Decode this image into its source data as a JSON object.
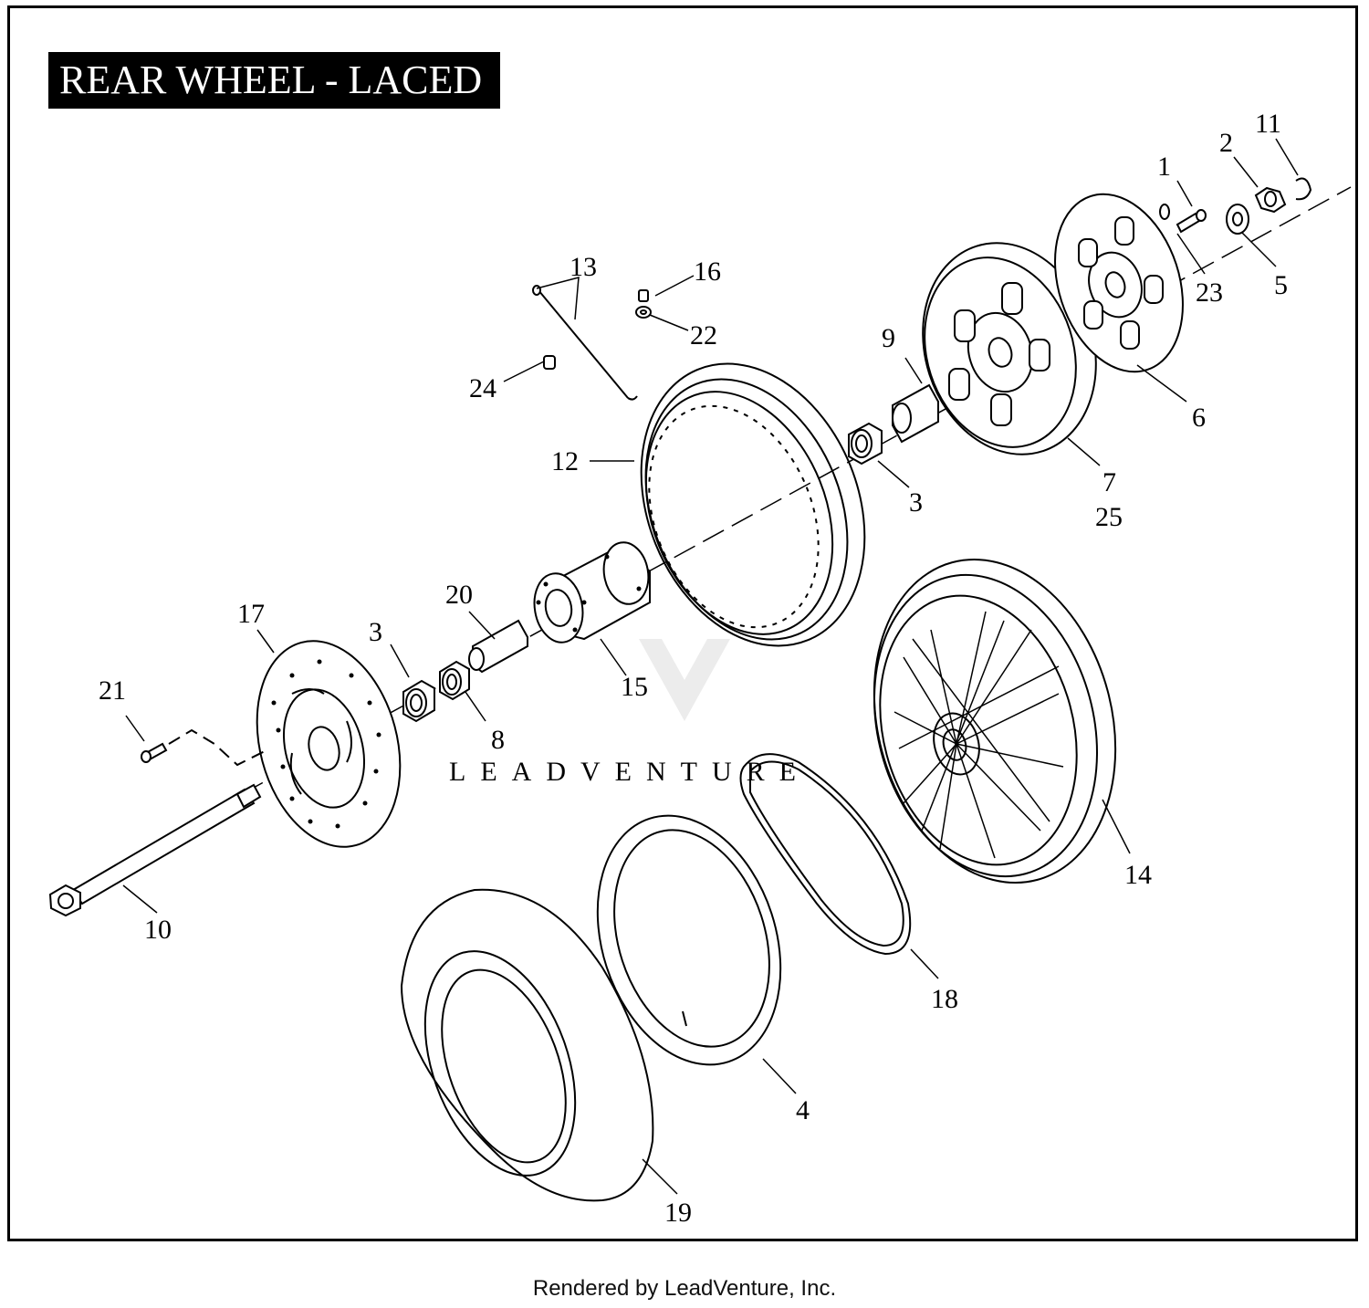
{
  "title": "REAR WHEEL - LACED",
  "watermark": "LEADVENTURE",
  "footer": "Rendered by LeadVenture, Inc.",
  "callouts": {
    "c1": "1",
    "c2": "2",
    "c3a": "3",
    "c3b": "3",
    "c4": "4",
    "c5": "5",
    "c6": "6",
    "c7": "7",
    "c8": "8",
    "c9": "9",
    "c10": "10",
    "c11": "11",
    "c12": "12",
    "c13": "13",
    "c14": "14",
    "c15": "15",
    "c16": "16",
    "c17": "17",
    "c18": "18",
    "c19": "19",
    "c20": "20",
    "c21": "21",
    "c22": "22",
    "c23": "23",
    "c24": "24",
    "c25": "25"
  }
}
